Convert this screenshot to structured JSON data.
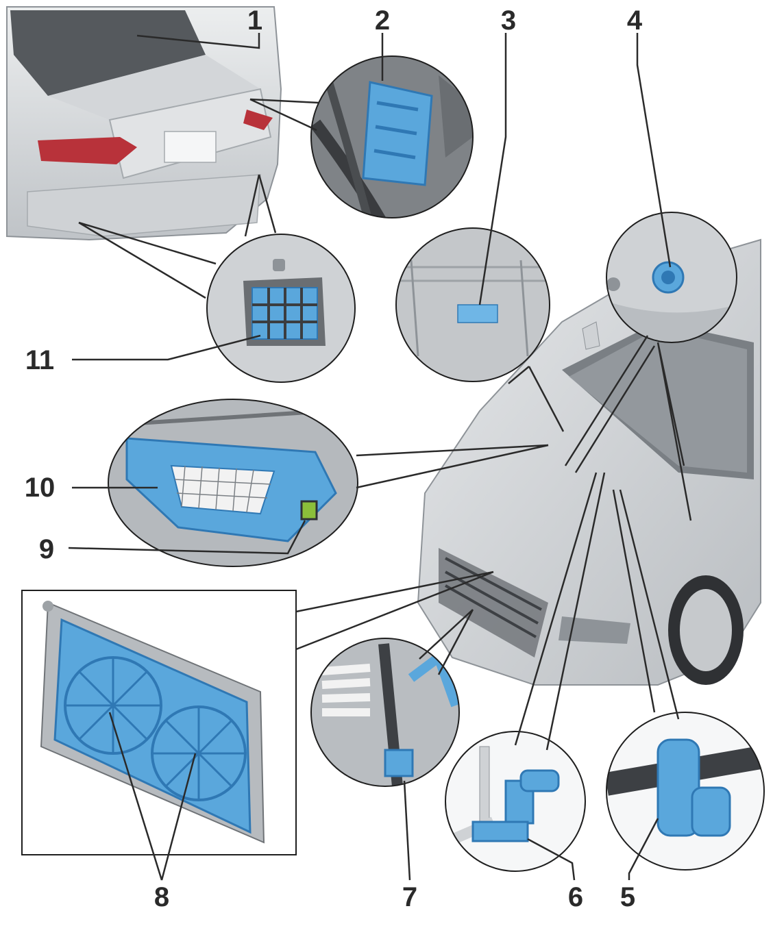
{
  "callouts": {
    "c1": "1",
    "c2": "2",
    "c3": "3",
    "c4": "4",
    "c5": "5",
    "c6": "6",
    "c7": "7",
    "c8": "8",
    "c9": "9",
    "c10": "10",
    "c11": "11"
  },
  "colors": {
    "component_blue": "#5aa7dc",
    "component_blue_dark": "#2f78b4",
    "car_body": "#d9dbdd",
    "car_shadow": "#a9adb2",
    "tail_light": "#b8323a",
    "leader_line": "#2a2a2a",
    "connector_green": "#8bbf3a"
  }
}
